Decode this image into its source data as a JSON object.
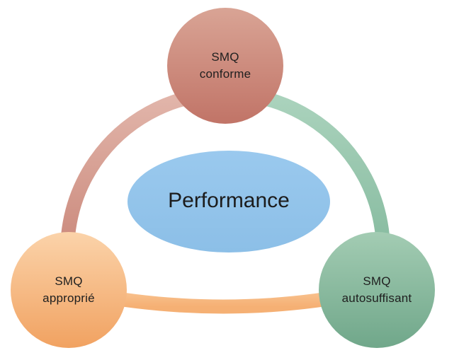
{
  "diagram": {
    "center": {
      "label": "Performance"
    },
    "nodes": [
      {
        "id": "top",
        "line1": "SMQ",
        "line2": "conforme"
      },
      {
        "id": "bottom-left",
        "line1": "SMQ",
        "line2": "approprié"
      },
      {
        "id": "bottom-right",
        "line1": "SMQ",
        "line2": "autosuffisant"
      }
    ],
    "colors": {
      "node_top_light": "#d9a495",
      "node_top_dark": "#c17467",
      "node_bottom_left_light": "#fbd3aa",
      "node_bottom_left_dark": "#f1a261",
      "node_bottom_right_light": "#a3ccb3",
      "node_bottom_right_dark": "#70a78a",
      "center_ellipse_light": "#9ac9ee",
      "center_ellipse_dark": "#8cbfe7",
      "arc_left_light": "#e2b6ab",
      "arc_left_dark": "#c47c6e",
      "arc_right_light": "#abd3bd",
      "arc_right_dark": "#7cb497",
      "arc_bottom": "#f7bb83",
      "text": "#1f1f1f"
    }
  }
}
